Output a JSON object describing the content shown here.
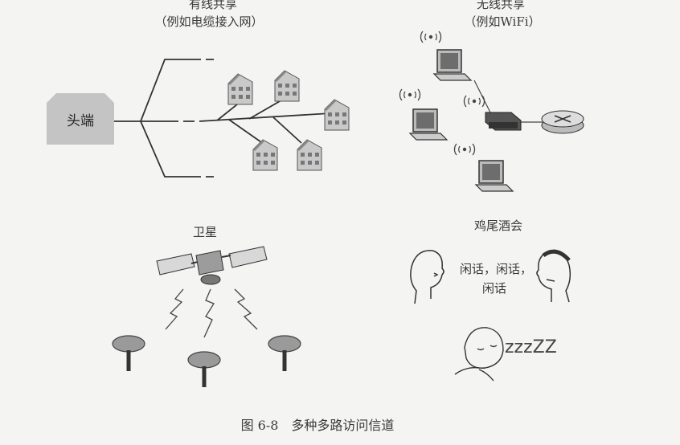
{
  "wired": {
    "title": "有线共享",
    "subtitle": "（例如电缆接入网）",
    "headend": "头端"
  },
  "wireless": {
    "title": "无线共享",
    "subtitle": "（例如WiFi）"
  },
  "satellite": {
    "title": "卫星"
  },
  "cocktail": {
    "title": "鸡尾酒会",
    "speech_line1": "闲话，闲话，",
    "speech_line2": "闲话",
    "sleep": "zzzZZ"
  },
  "caption": "图 6-8　多种多路访问信道"
}
